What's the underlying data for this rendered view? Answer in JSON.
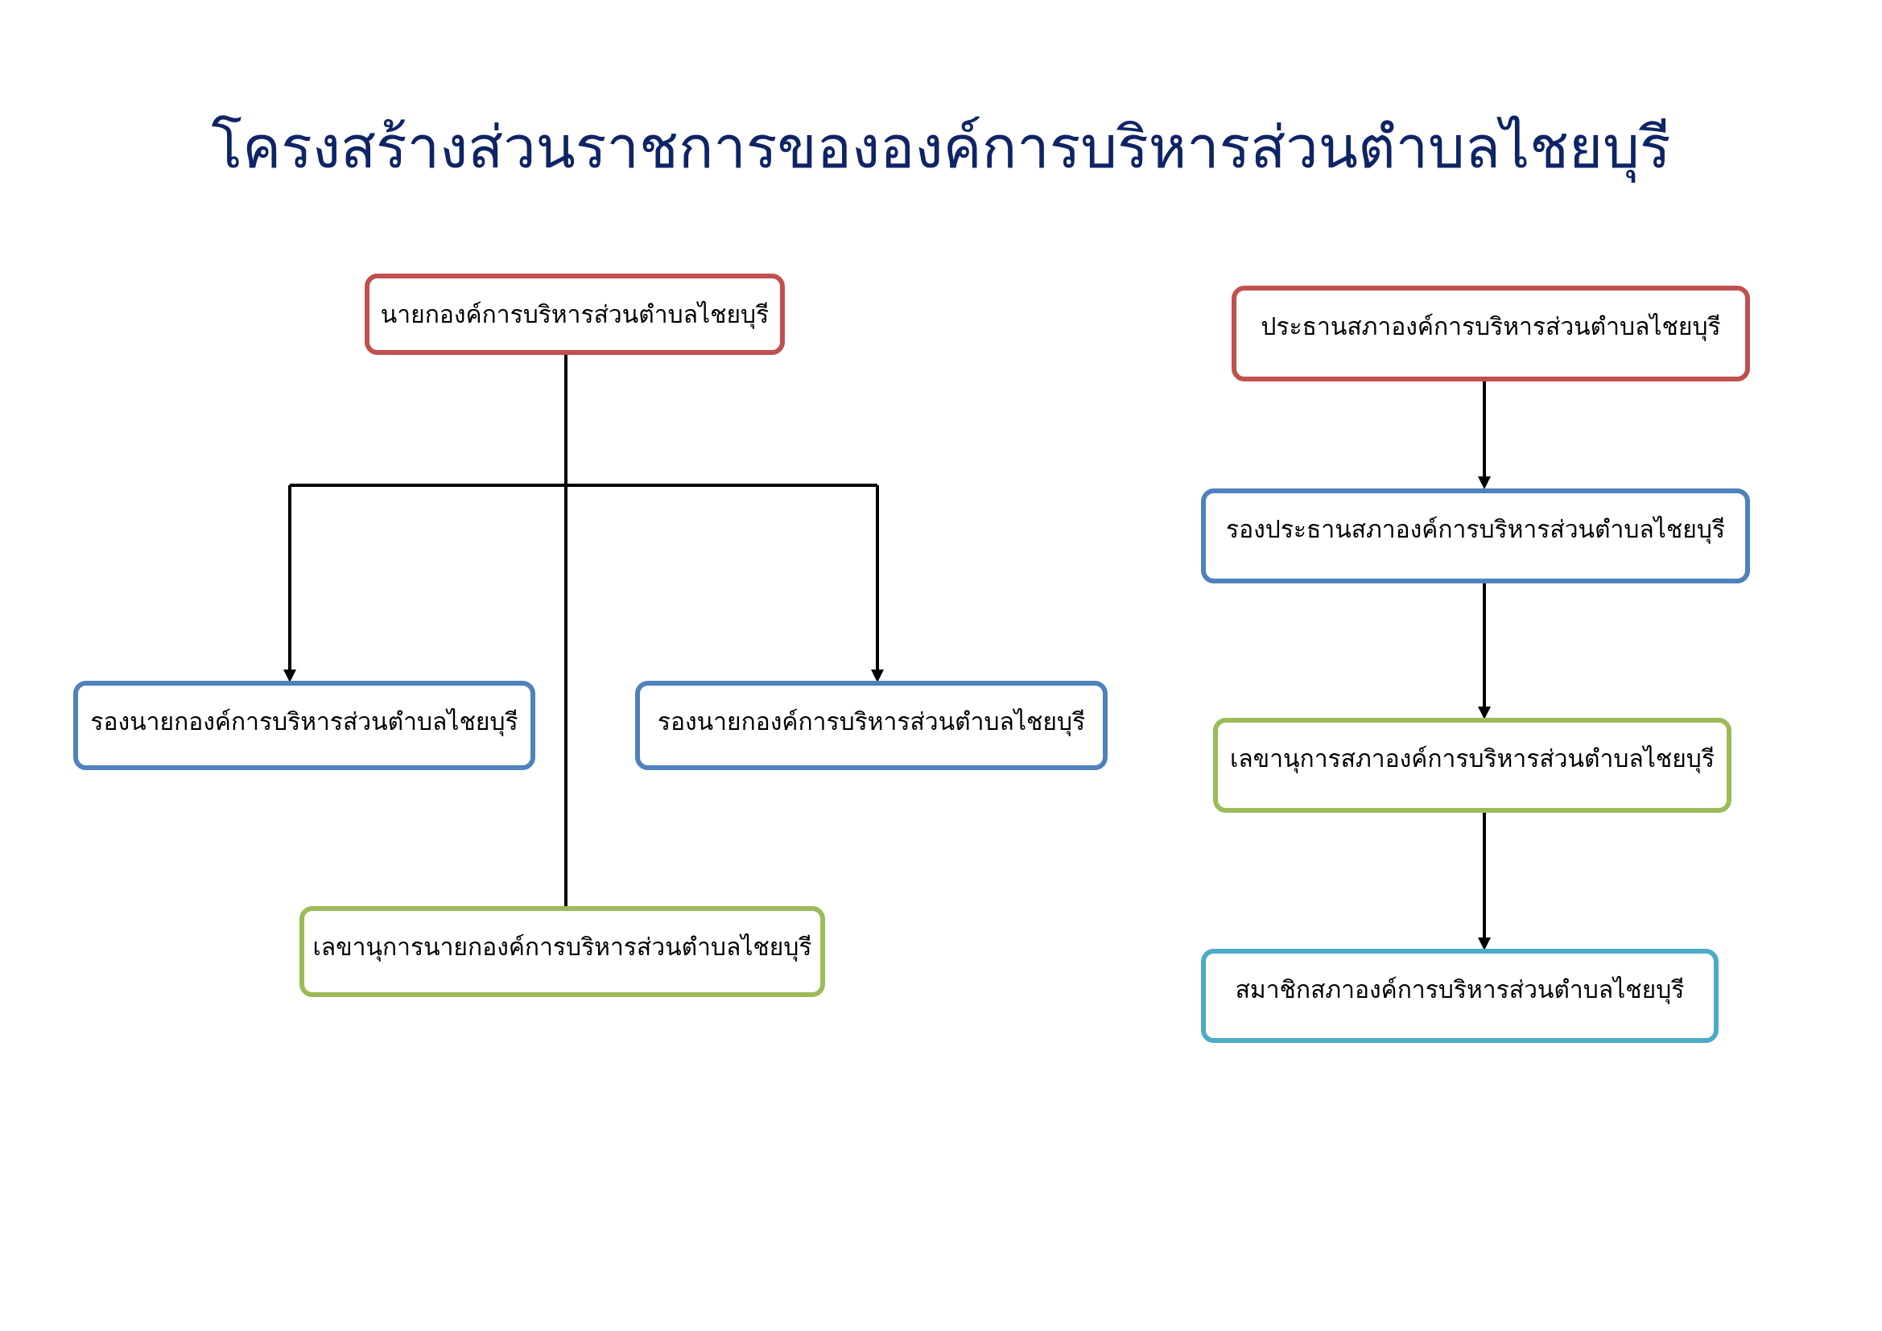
{
  "title": "โครงสร้างส่วนราชการขององค์การบริหารส่วนตำบลไชยบุรี",
  "executive": {
    "mayor": "นายกองค์การบริหารส่วนตำบลไชยบุรี",
    "deputy_left": "รองนายกองค์การบริหารส่วนตำบลไชยบุรี",
    "deputy_right": "รองนายกองค์การบริหารส่วนตำบลไชยบุรี",
    "secretary": "เลขานุการนายกองค์การบริหารส่วนตำบลไชยบุรี"
  },
  "council": {
    "president": "ประธานสภาองค์การบริหารส่วนตำบลไชยบุรี",
    "vice_president": "รองประธานสภาองค์การบริหารส่วนตำบลไชยบุรี",
    "secretary": "เลขานุการสภาองค์การบริหารส่วนตำบลไชยบุรี",
    "members": "สมาชิกสภาองค์การบริหารส่วนตำบลไชยบุรี"
  },
  "colors": {
    "title": "#0f2466",
    "red": "#c0504d",
    "blue": "#4f81bd",
    "green": "#9bbb59",
    "cyan": "#4bacc6"
  }
}
